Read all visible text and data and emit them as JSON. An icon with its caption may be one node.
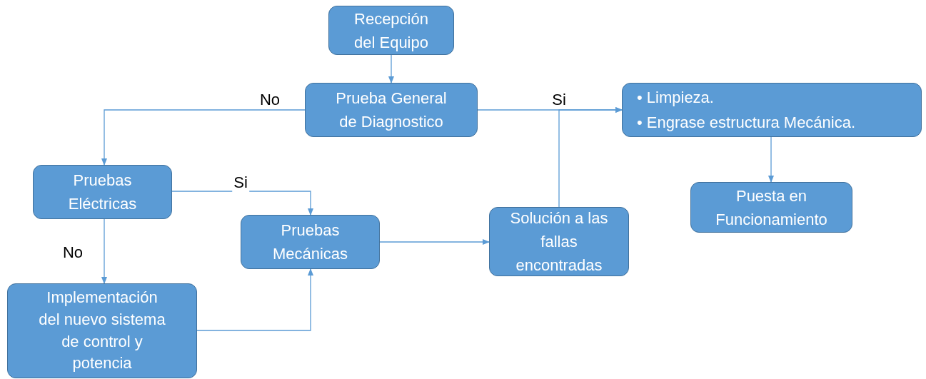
{
  "diagram": {
    "nodes": [
      {
        "text": [
          "Recepción del Equipo"
        ]
      },
      {
        "text": [
          "Prueba General de Diagnostico"
        ]
      },
      {
        "text": [
          "• Limpieza.",
          "• Engrase estructura Mecánica."
        ]
      },
      {
        "text": [
          "Pruebas Eléctricas"
        ]
      },
      {
        "text": [
          "Pruebas Mecánicas"
        ]
      },
      {
        "text": [
          "Solución a las fallas encontradas"
        ]
      },
      {
        "text": [
          "Puesta en Funcionamiento"
        ]
      },
      {
        "text": [
          "Implementación del nuevo sistema de control y potencia"
        ]
      }
    ],
    "edges": [
      {
        "from": 0,
        "to": 1,
        "arrow": "to"
      },
      {
        "from": 1,
        "to": 2,
        "arrow": "to",
        "label": "Si"
      },
      {
        "from": 1,
        "to": 3,
        "arrow": "to",
        "label": "No"
      },
      {
        "from": 3,
        "to": 4,
        "arrow": "to",
        "label": "Si"
      },
      {
        "from": 3,
        "to": 7,
        "arrow": "to",
        "label": "No"
      },
      {
        "from": 7,
        "to": 4,
        "arrow": "to"
      },
      {
        "from": 4,
        "to": 5,
        "arrow": "to"
      },
      {
        "from": 5,
        "to": 2,
        "arrow": "to"
      },
      {
        "from": 2,
        "to": 6,
        "arrow": "to"
      }
    ]
  }
}
